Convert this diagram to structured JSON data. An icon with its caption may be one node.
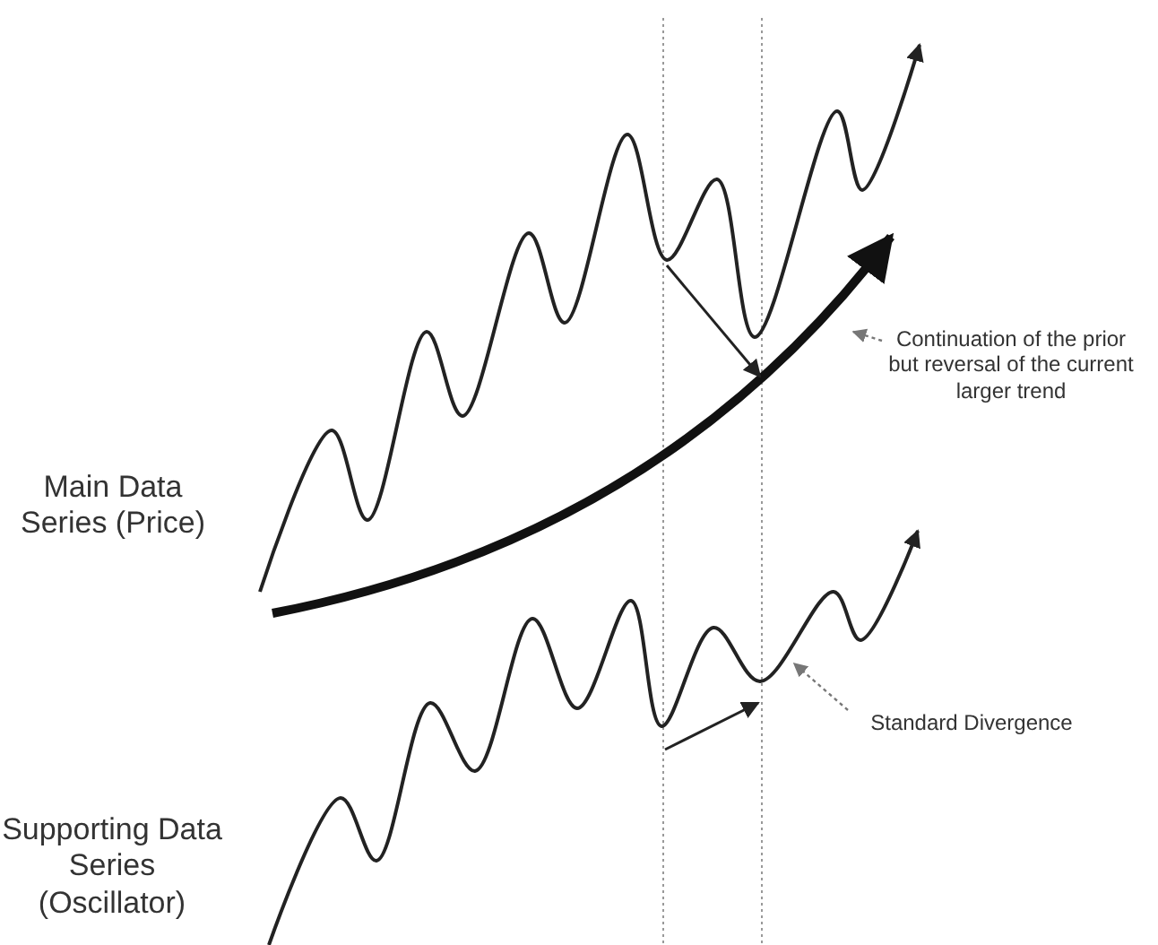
{
  "diagram": {
    "nodes": [
      {
        "text": [
          "Main Data Series (Price)"
        ]
      },
      {
        "text": [
          "Supporting Data Series (Oscillator)"
        ]
      },
      {
        "text": [
          "Continuation of the prior but reversal of the current larger trend"
        ]
      },
      {
        "text": [
          "Standard Divergence"
        ]
      }
    ],
    "edges": [
      {
        "from": 2,
        "to": null,
        "arrow": "to",
        "style": "dashed"
      },
      {
        "from": 3,
        "to": null,
        "arrow": "to",
        "style": "dashed"
      }
    ]
  }
}
